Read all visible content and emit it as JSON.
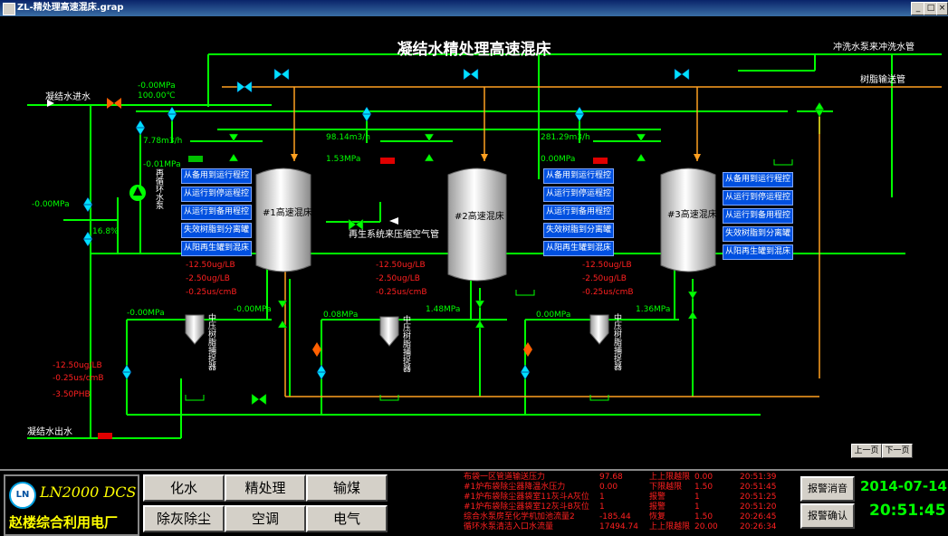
{
  "window": {
    "title": "ZL-精处理高速混床.grap",
    "min": "_",
    "max": "□",
    "close": "×"
  },
  "diagram": {
    "title": "凝结水精处理高速混床",
    "labels": {
      "wash_pump": "冲洗水泵来冲洗水管",
      "resin_pipe": "树脂输送管",
      "condensate_in": "凝结水进水",
      "condensate_out": "凝结水出水",
      "regen_air": "再生系统来压缩空气管",
      "recirc_pump": "再循环水泵"
    },
    "readings": {
      "inlet_pressure": "-0.00MPa",
      "inlet_temp": "100.00℃",
      "bypass_pressure": "-0.00MPa",
      "bypass_pct": "16.8%",
      "recirc_flow": "7.78m3/h",
      "recirc_pressure": "-0.01MPa",
      "outlet_phb": "-12.50ug/LB",
      "outlet_cond": "-0.25us/cmB",
      "outlet_ph": "-3.50PHB"
    },
    "vessels": [
      {
        "name": "#1高速混床",
        "flow": "",
        "pressure": "",
        "q1": "-12.50ug/LB",
        "q2": "-2.50ug/LB",
        "q3": "-0.25us/cmB",
        "trap_pressure_a": "-0.00MPa",
        "trap_pressure_b": "-0.00MPa",
        "trap": "中压树脂捕捉器"
      },
      {
        "name": "#2高速混床",
        "flow": "98.14m3/h",
        "pressure": "1.53MPa",
        "q1": "-12.50ug/LB",
        "q2": "-2.50ug/LB",
        "q3": "-0.25us/cmB",
        "trap_pressure_a": "0.08MPa",
        "trap_pressure_b": "1.48MPa",
        "trap": "中压树脂捕捉器"
      },
      {
        "name": "#3高速混床",
        "flow": "281.29m3/h",
        "pressure": "0.00MPa",
        "q1": "-12.50ug/LB",
        "q2": "-2.50ug/LB",
        "q3": "-0.25us/cmB",
        "trap_pressure_a": "0.00MPa",
        "trap_pressure_b": "1.36MPa",
        "trap": "中压树脂捕捉器"
      }
    ],
    "controls": [
      "从备用到运行程控",
      "从运行到停运程控",
      "从运行到备用程控",
      "失效树脂到分离罐",
      "从阳再生罐到混床"
    ],
    "prev": "上一页",
    "next": "下一页"
  },
  "footer": {
    "logo_mark": "LN",
    "system": "LN2000 DCS",
    "plant": "赵楼综合利用电厂",
    "nav": [
      "化水",
      "精处理",
      "输煤",
      "除灰除尘",
      "空调",
      "电气"
    ],
    "alarms": [
      {
        "text": "布袋一区管道输送压力",
        "value": "97.68",
        "status": "上上限越限",
        "limit": "0.00",
        "time": "20:51:39"
      },
      {
        "text": "#1炉布袋除尘器降温水压力",
        "value": "0.00",
        "status": "下限越限",
        "limit": "1.50",
        "time": "20:51:45"
      },
      {
        "text": "#1炉布袋除尘器袋室11灰斗A灰位",
        "value": "1",
        "status": "报警",
        "limit": "1",
        "time": "20:51:25"
      },
      {
        "text": "#1炉布袋除尘器袋室12灰斗B灰位",
        "value": "1",
        "status": "报警",
        "limit": "1",
        "time": "20:51:20"
      },
      {
        "text": "综合水泵房至化学机加池流量2",
        "value": "-185.44",
        "status": "恢复",
        "limit": "1.50",
        "time": "20:26:45"
      },
      {
        "text": "循环水泵清洁入口水流量",
        "value": "17494.74",
        "status": "上上限越限",
        "limit": "20.00",
        "time": "20:26:34"
      }
    ],
    "ack_silence": "报警消音",
    "ack_confirm": "报警确认",
    "date": "2014-07-14",
    "time": "20:51:45"
  }
}
